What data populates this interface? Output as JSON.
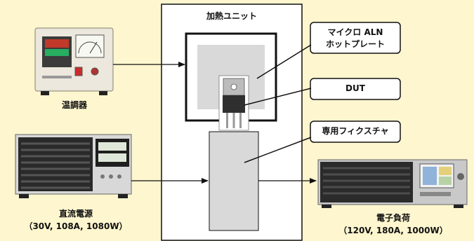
{
  "heating_unit": {
    "label": "加熱ユニット"
  },
  "hotplate": {
    "label_line1": "マイクロ ALN",
    "label_line2": "ホットプレート"
  },
  "dut": {
    "label": "DUT"
  },
  "fixture": {
    "label": "専用フィクスチャ"
  },
  "temp_controller": {
    "label": "温調器"
  },
  "dc_power": {
    "label": "直流電源",
    "spec": "（30V, 108A, 1080W）"
  },
  "electronic_load": {
    "label": "電子負荷",
    "spec": "（120V, 180A, 1000W）"
  },
  "colors": {
    "background": "#fdf6cf",
    "box_fill": "#ffffff",
    "plate_fill": "#d9d9d9",
    "stroke": "#111111"
  }
}
